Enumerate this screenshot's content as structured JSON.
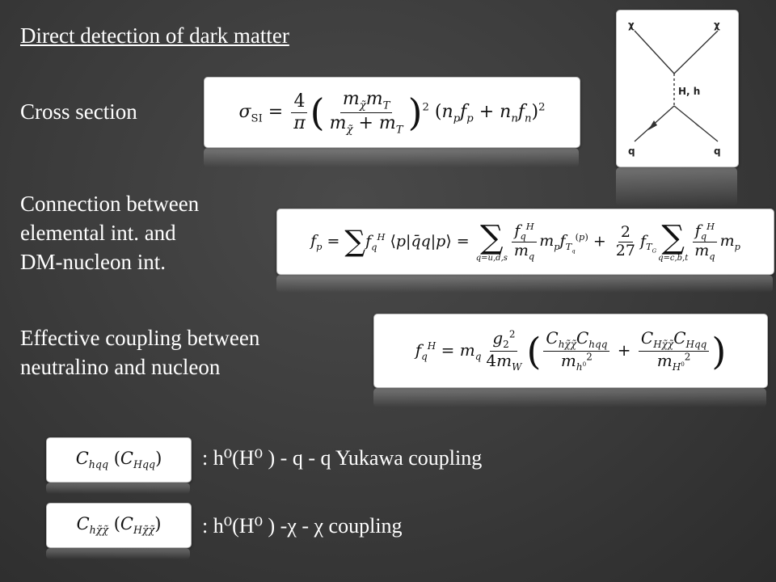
{
  "slide": {
    "title": "Direct detection of dark matter",
    "label_cross_section": "Cross section",
    "label_connection": [
      "Connection between",
      "elemental int. and",
      "DM-nucleon int."
    ],
    "label_effective": [
      "Effective coupling between",
      "neutralino and nucleon"
    ],
    "coupling_1": ": h⁰(H⁰ ) - q - q Yukawa coupling",
    "coupling_2": ": h⁰(H⁰ ) -χ - χ coupling"
  },
  "diagram": {
    "top_left": "χ",
    "top_right": "χ",
    "propagator": "H, h",
    "bottom_left": "q",
    "bottom_right": "q"
  }
}
